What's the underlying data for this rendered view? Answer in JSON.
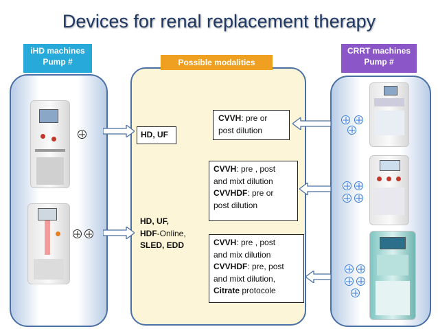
{
  "title": "Devices for renal replacement therapy",
  "headers": {
    "ihd": [
      "iHD machines",
      "Pump #"
    ],
    "modalities": "Possible modalities",
    "crrt": [
      "CRRT machines",
      "Pump #"
    ]
  },
  "boxes": {
    "hd_uf": "HD, UF",
    "hd_sled": {
      "l1": "HD, UF,",
      "l2a": "HDF",
      "l2b": "-Online,",
      "l3": "SLED, EDD"
    },
    "cvvh1": {
      "a": "CVVH",
      "b": ": pre or",
      "c": "post  dilution"
    },
    "cvvh2": {
      "a": "CVVH",
      "b": ": pre , post",
      "c": "and mixt dilution",
      "d": "CVVHDF",
      "e": ": pre or",
      "f": "post dilution"
    },
    "cvvh3": {
      "a": "CVVH",
      "b": ": pre , post",
      "c": "and mix dilution",
      "d": "CVVHDF",
      "e": ": pre, post",
      "f": "and mixt dilution,",
      "g": "Citrate",
      "h": " protocole"
    }
  },
  "icons": {
    "pump": "circle-plus-icon",
    "ihd_machine": "dialysis-machine-icon",
    "crrt_machine": "crrt-machine-icon",
    "arrow": "block-arrow-icon"
  },
  "colors": {
    "title": "#1f3864",
    "ihd_header": "#27a9d9",
    "crrt_header": "#8b56c8",
    "modalities_header": "#f0a020",
    "panel_border": "#4a6fa5",
    "modalities_panel": "#fdf5d7",
    "pump_crrt": "#3a7bd5"
  }
}
